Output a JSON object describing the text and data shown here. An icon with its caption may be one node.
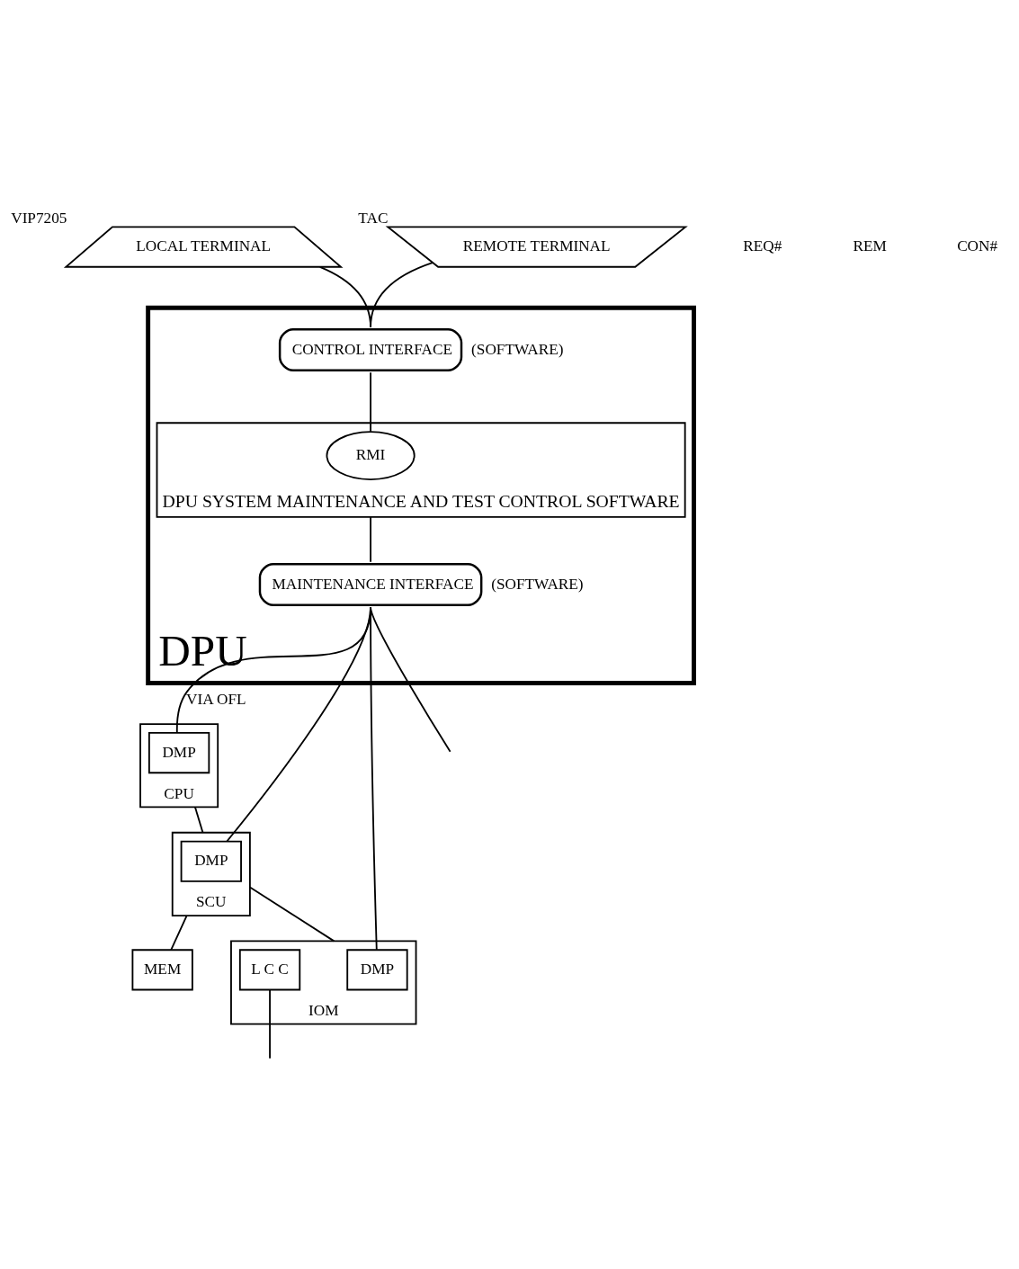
{
  "diagram": {
    "nodes": [
      {
        "text": [
          "LOCAL TERMINAL"
        ],
        "beside": [
          "VIP7205"
        ]
      },
      {
        "text": [
          "REMOTE TERMINAL"
        ],
        "beside": [
          "TAC"
        ]
      },
      {
        "text": [
          "DPU"
        ]
      },
      {
        "text": [
          "CONTROL INTERFACE"
        ],
        "in": 2,
        "beside": [
          "(SOFTWARE)"
        ]
      },
      {
        "text": [
          "DPU SYSTEM MAINTENANCE AND TEST CONTROL SOFTWARE"
        ],
        "in": 2
      },
      {
        "text": [
          "RMI"
        ],
        "in": 4
      },
      {
        "text": [
          "MAINTENANCE INTERFACE"
        ],
        "in": 2,
        "beside": [
          "(SOFTWARE)"
        ]
      },
      {
        "text": [
          "CPU"
        ]
      },
      {
        "text": [
          "DMP"
        ],
        "in": 7
      },
      {
        "text": [
          "SCU"
        ]
      },
      {
        "text": [
          "DMP"
        ],
        "in": 9
      },
      {
        "text": [
          "IOM"
        ]
      },
      {
        "text": [
          "DMP"
        ],
        "in": 11
      },
      {
        "text": [
          "L C C"
        ],
        "in": 11
      },
      {
        "text": [
          "MEM"
        ]
      }
    ],
    "edges": [
      {
        "from": 0,
        "to": 3,
        "arrow": "none"
      },
      {
        "from": 1,
        "to": 3,
        "arrow": "none"
      },
      {
        "from": 3,
        "to": 5,
        "arrow": "none"
      },
      {
        "from": 4,
        "to": 6,
        "arrow": "none"
      },
      {
        "from": 6,
        "to": null,
        "arrow": "none"
      },
      {
        "from": 6,
        "to": 8,
        "arrow": "none",
        "label": "VIA OFL"
      },
      {
        "from": 6,
        "to": 10,
        "arrow": "none"
      },
      {
        "from": 6,
        "to": 12,
        "arrow": "none"
      },
      {
        "from": 7,
        "to": 9,
        "arrow": "none"
      },
      {
        "from": 9,
        "to": 11,
        "arrow": "none"
      },
      {
        "from": 13,
        "to": null,
        "arrow": "none"
      },
      {
        "from": 9,
        "to": 14,
        "arrow": "none"
      }
    ],
    "labels": [
      "REQ#",
      "REM",
      "CON#"
    ]
  }
}
